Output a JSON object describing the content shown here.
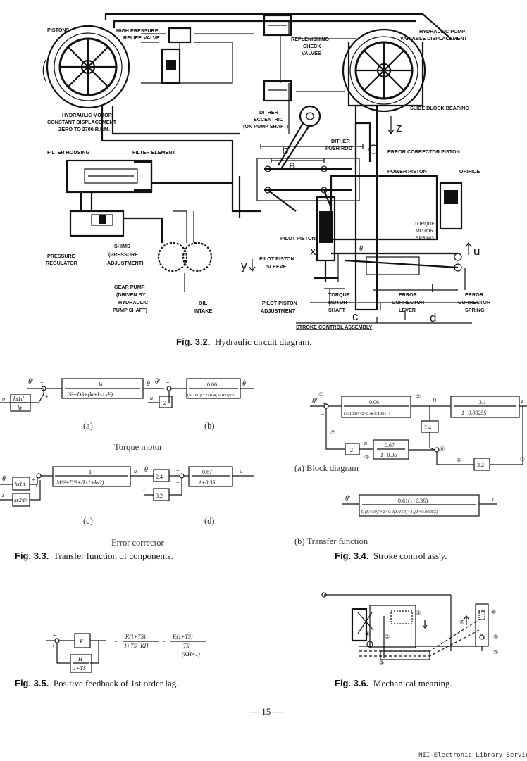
{
  "fig32": {
    "labels": {
      "pistons": "PISTONS",
      "hp_relief_1": "HIGH PRESSURE",
      "hp_relief_2": "RELIEF. VALVE",
      "replenishing_1": "REPLENISHING",
      "replenishing_2": "CHECK",
      "replenishing_3": "VALVES",
      "pump_1": "HYDRAULIC PUMP",
      "pump_2": "VARIABLE DISPLACEMENT",
      "motor_1": "HYDRAULIC MOTOR",
      "motor_2": "CONSTANT DISPLACEMENT",
      "motor_3": "ZERO TO 2700 R.P.M.",
      "slide_block": "SLIDE BLOCK BEARING",
      "dither_ecc_1": "DITHER",
      "dither_ecc_2": "ECCENTRIC",
      "dither_ecc_3": "(ON PUMP SHAFT)",
      "z": "z",
      "dither_rod_1": "DITHER",
      "dither_rod_2": "PUSH ROD",
      "filter_housing": "FILTER HOUSING",
      "filter_element": "FILTER ELEMENT",
      "b": "b",
      "error_piston": "ERROR CORRECTOR PISTON",
      "a": "a",
      "power_piston": "POWER PISTON",
      "orifice": "ORIFICE",
      "torque_spring_1": "TORQUE",
      "torque_spring_2": "MOTOR",
      "torque_spring_3": "SPRING",
      "pilot_piston": "PILOT PISTON",
      "x": "x",
      "theta": "θ",
      "u": "u",
      "pressure_reg_1": "PRESSURE",
      "pressure_reg_2": "REGULATOR",
      "shims_1": "SHIMS",
      "shims_2": "(PRESSURE",
      "shims_3": "ADJUSTMENT)",
      "y": "y",
      "pilot_sleeve_1": "PILOT PISTON",
      "pilot_sleeve_2": "SLEEVE",
      "gear_pump_1": "GEAR PUMP",
      "gear_pump_2": "(DRIVEN BY",
      "gear_pump_3": "HYDRAULIC",
      "gear_pump_4": "PUMP SHAFT)",
      "oil_1": "OIL",
      "oil_2": "INTAKE",
      "l": "l",
      "pilot_adj_1": "PILOT PISTON",
      "pilot_adj_2": "ADJUSTMENT",
      "tm_shaft_1": "TORQUE",
      "tm_shaft_2": "MOTOR",
      "tm_shaft_3": "SHAFT",
      "c": "c",
      "err_lever_1": "ERROR",
      "err_lever_2": "CORRECTOR",
      "err_lever_3": "LEVER",
      "d": "d",
      "err_spring_1": "ERROR",
      "err_spring_2": "CORRECTOR",
      "err_spring_3": "SPRING",
      "stroke_assy": "STROKE CONTROL ASSEMBLY"
    },
    "caption_num": "Fig. 3.2.",
    "caption_text": "Hydraulic circuit diagram."
  },
  "fig33": {
    "a": {
      "in_u": "u",
      "gain_num": "ks1d",
      "gain_den": "kt",
      "theta_prime": "θ′",
      "plus": "+",
      "plus2": "+",
      "tf_num": "kt",
      "tf_den": "JS²+DS+(kt+ks1 d²)",
      "out": "θ"
    },
    "b": {
      "theta_prime": "θ′",
      "plus": "+",
      "in_u": "u",
      "gain": "2",
      "tf_num": "0.06",
      "tf_den": "(S/160)²+2×0.4(S/160)+1",
      "out": "θ"
    },
    "label_a": "(a)",
    "label_b": "(b)",
    "torque_motor": "Torque motor",
    "c": {
      "in_theta": "θ",
      "in_z": "z",
      "gain1": "ks1d",
      "gain2": "ks2·l/t",
      "plus": "+",
      "plus2": "+",
      "tf_num": "1",
      "tf_den": "MS²+D′S+(ks1+ks2)",
      "out": "u"
    },
    "d": {
      "in_theta": "θ",
      "in_z": "z",
      "gain1": "2.4",
      "gain2": "3.2",
      "plus": "+",
      "plus2": "+",
      "tf_num": "0.67",
      "tf_den": "1+0.3S",
      "out": "u"
    },
    "label_c": "(c)",
    "label_d": "(d)",
    "error_corrector": "Error corrector",
    "caption_num": "Fig. 3.3.",
    "caption_text": "Transfer function of conponents."
  },
  "fig34": {
    "a": {
      "in": "θ′",
      "n1": "①",
      "n2": "②",
      "n3": "③",
      "n4": "④",
      "n5": "⑤",
      "n6": "⑥",
      "n7": "⑦",
      "theta": "θ",
      "z": "z",
      "u": "u",
      "tf1_num": "0.06",
      "tf1_den": "(S/160)²+2×0.4(S/160)+1",
      "tf2_num": "3.1",
      "tf2_den": "1+0.0025S",
      "g_24": "2.4",
      "g_32": "3.2",
      "g_2": "2",
      "tf3_num": "0.67",
      "tf3_den": "1+0.3S",
      "plus": "+",
      "plus2": "+"
    },
    "label_a": "(a) Block diagram",
    "b": {
      "in": "θ′",
      "tf_num": "0.61(1+0.3S)",
      "tf_den": "S[(S/160)²+2×0.4(S/160)+1](1+0.0025S)",
      "out": "z"
    },
    "label_b": "(b) Transfer function",
    "caption_num": "Fig. 3.4.",
    "caption_text": "Stroke control ass'y."
  },
  "fig35": {
    "k": "K",
    "h_num": "H",
    "h_den": "1+TS",
    "plus": "+",
    "plus2": "+",
    "eq1_num": "K(1+TS)",
    "eq1_den": "1+TS−KH",
    "eq2_num": "K(1+TS)",
    "eq2_den": "TS",
    "cond": "(KH=1)",
    "eq_sign1": "=",
    "eq_sign2": "=",
    "caption_num": "Fig. 3.5.",
    "caption_text": "Positive feedback of 1st order lag."
  },
  "fig36": {
    "n1": "①",
    "n2": "②",
    "n3": "③",
    "n3b": "③",
    "n4": "④",
    "n5": "⑤",
    "n6": "⑥",
    "n7": "⑦",
    "caption_num": "Fig. 3.6.",
    "caption_text": "Mechanical meaning."
  },
  "page_number": "— 15 —",
  "footer": "NII-Electronic Library Service"
}
